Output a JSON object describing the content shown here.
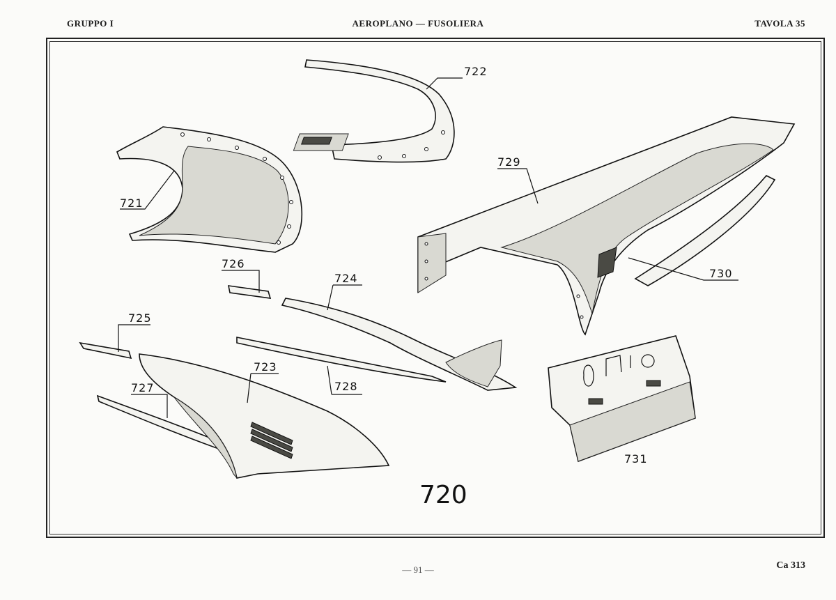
{
  "header": {
    "left": "GRUPPO I",
    "center": "AEROPLANO — FUSOLIERA",
    "right": "TAVOLA 35"
  },
  "diagram": {
    "main_number": "720",
    "callouts": [
      "721",
      "722",
      "723",
      "724",
      "725",
      "726",
      "727",
      "728",
      "729",
      "730",
      "731"
    ]
  },
  "footer": {
    "page": "— 91 —",
    "code": "Ca 313"
  }
}
